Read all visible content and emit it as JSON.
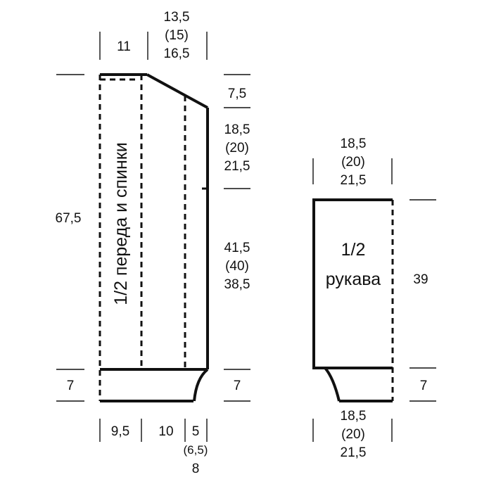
{
  "body_label": "1/2 переда и спинки",
  "sleeve_label": [
    "1/2",
    "рукава"
  ],
  "body": {
    "top_left_width": "11",
    "top_right_width": [
      "13,5",
      "(15)",
      "16,5"
    ],
    "shoulder_slope_height": "7,5",
    "armhole_height": [
      "18,5",
      "(20)",
      "21,5"
    ],
    "total_height": "67,5",
    "side_height": [
      "41,5",
      "(40)",
      "38,5"
    ],
    "hem_height_left": "7",
    "hem_height_right": "7",
    "bottom_widths": [
      "9,5",
      "10",
      "5"
    ],
    "bottom_extra": [
      "(6,5)",
      "8"
    ]
  },
  "sleeve": {
    "top_width": [
      "18,5",
      "(20)",
      "21,5"
    ],
    "height": "39",
    "cuff_height": "7",
    "bottom_width": [
      "18,5",
      "(20)",
      "21,5"
    ]
  },
  "colors": {
    "ink": "#111111",
    "background": "#ffffff"
  }
}
